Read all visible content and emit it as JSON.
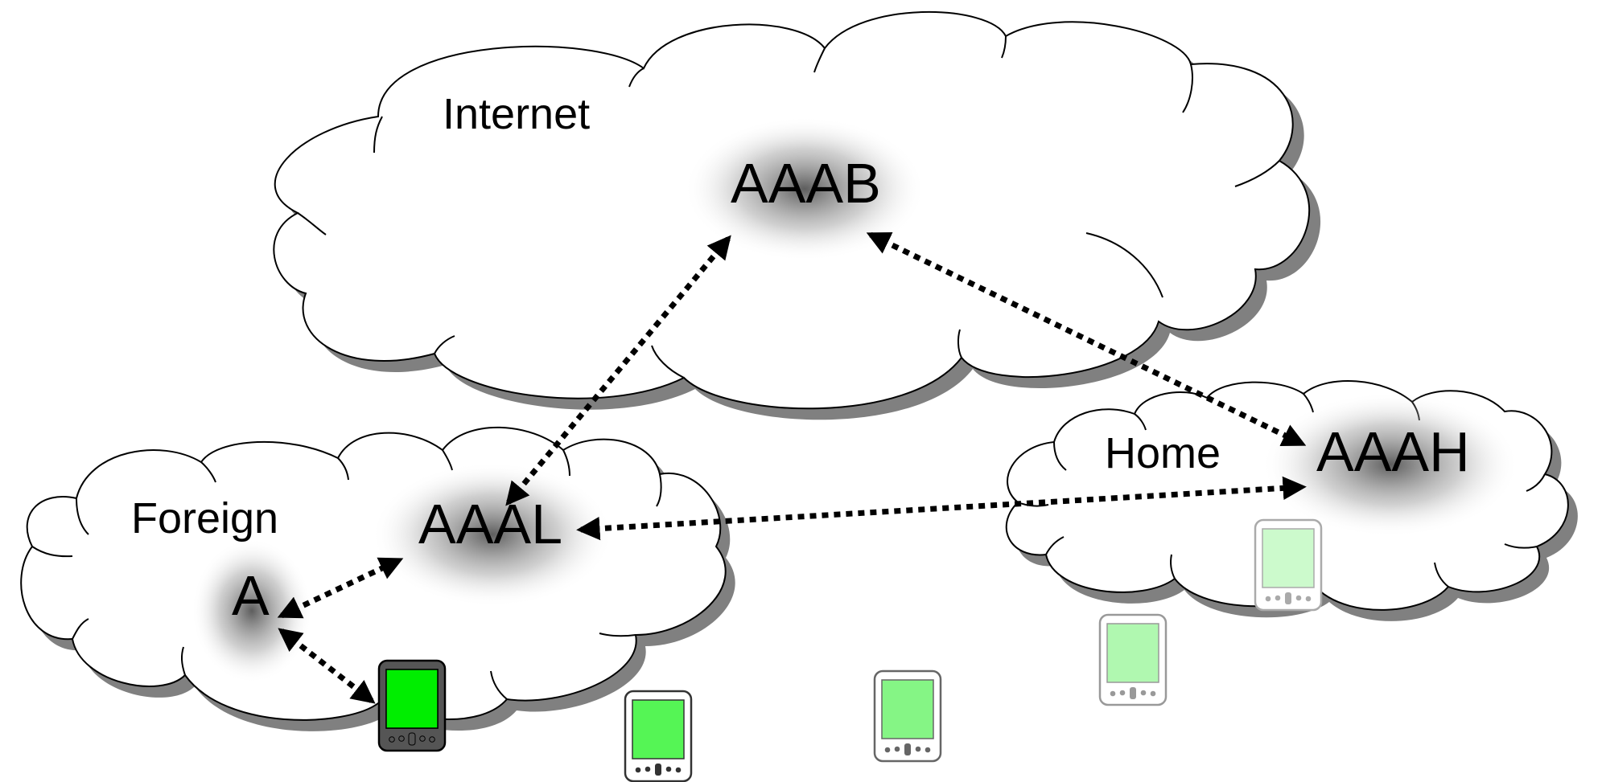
{
  "zones": {
    "internet": {
      "label": "Internet"
    },
    "foreign": {
      "label": "Foreign"
    },
    "home": {
      "label": "Home"
    }
  },
  "nodes": {
    "aaab": {
      "label": "AAAB"
    },
    "aaal": {
      "label": "AAAL"
    },
    "aaah": {
      "label": "AAAH"
    },
    "attendant": {
      "label": "A"
    }
  },
  "links": [
    {
      "from": "aaal",
      "to": "aaab",
      "style": "dotted",
      "arrows": "both"
    },
    {
      "from": "aaab",
      "to": "aaah",
      "style": "dotted",
      "arrows": "both"
    },
    {
      "from": "aaal",
      "to": "aaah",
      "style": "dotted",
      "arrows": "both"
    },
    {
      "from": "attendant",
      "to": "aaal",
      "style": "dotted",
      "arrows": "both"
    },
    {
      "from": "attendant",
      "to": "mobile-node",
      "style": "dotted",
      "arrows": "both"
    }
  ],
  "mobile_node_trail": {
    "icon": "pda-icon",
    "count": 5,
    "colors": [
      "#00ee00",
      "#55f555",
      "#85f585",
      "#b0f8b0",
      "#ccfacc"
    ]
  },
  "colors": {
    "cloud_fill": "#ffffff",
    "cloud_shadow": "#808080",
    "node_glow": "#555555"
  }
}
